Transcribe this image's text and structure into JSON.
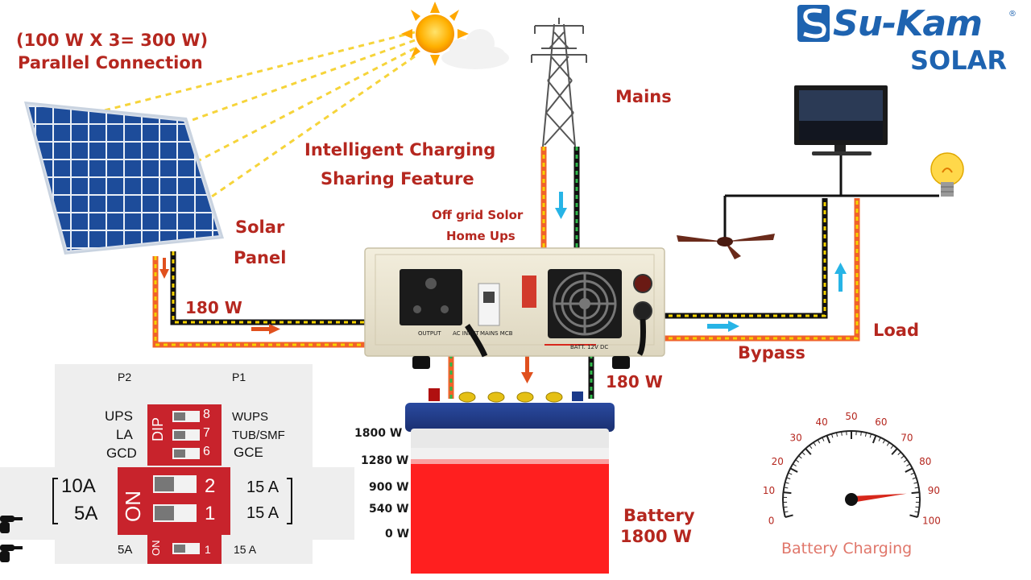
{
  "header": {
    "config": "(100 W X 3= 300 W)",
    "connection": "Parallel Connection"
  },
  "labels": {
    "solar_panel_1": "Solar",
    "solar_panel_2": "Panel",
    "intelligent_1": "Intelligent Charging",
    "intelligent_2": "Sharing Feature",
    "offgrid_1": "Off grid Solor",
    "offgrid_2": "Home Ups",
    "mains": "Mains",
    "load": "Load",
    "bypass": "Bypass",
    "solar_watts": "180 W",
    "battery_watts": "180 W",
    "battery_1": "Battery",
    "battery_2": "1800 W"
  },
  "logo": {
    "brand": "Su-Kam",
    "sub": "SOLAR",
    "reg": "®"
  },
  "battery_scale": [
    "1800 W",
    "1280 W",
    "900 W",
    "540 W",
    "0 W"
  ],
  "inverter": {
    "output": "OUTPUT",
    "ac_input": "AC INPUT",
    "mains_mcb": "MAINS MCB",
    "batt": "BATT. 12V DC"
  },
  "dip": {
    "p2": "P2",
    "p1": "P1",
    "dip_label": "DIP",
    "on_label": "ON",
    "rows": [
      {
        "left": "UPS",
        "num": "8",
        "right": "WUPS"
      },
      {
        "left": "LA",
        "num": "7",
        "right": "TUB/SMF"
      },
      {
        "left": "GCD",
        "num": "6",
        "right": "GCE"
      }
    ],
    "big_rows": [
      {
        "left": "10A",
        "num": "2",
        "right": "15 A"
      },
      {
        "left": "5A",
        "num": "1",
        "right": "15 A"
      }
    ],
    "small_row": {
      "left": "5A",
      "num": "1",
      "right": "15 A"
    }
  },
  "gauge": {
    "title": "Battery Charging",
    "ticks": [
      "0",
      "10",
      "20",
      "30",
      "40",
      "50",
      "60",
      "70",
      "80",
      "90",
      "100"
    ],
    "value": 90
  },
  "colors": {
    "accent_red": "#b5271f",
    "wire_orange": "#f0622a",
    "wire_yellow": "#f5d200",
    "wire_black": "#111111",
    "wire_green": "#2fb84a",
    "arrow_blue": "#27b4e6",
    "logo_blue": "#1e63b0"
  }
}
